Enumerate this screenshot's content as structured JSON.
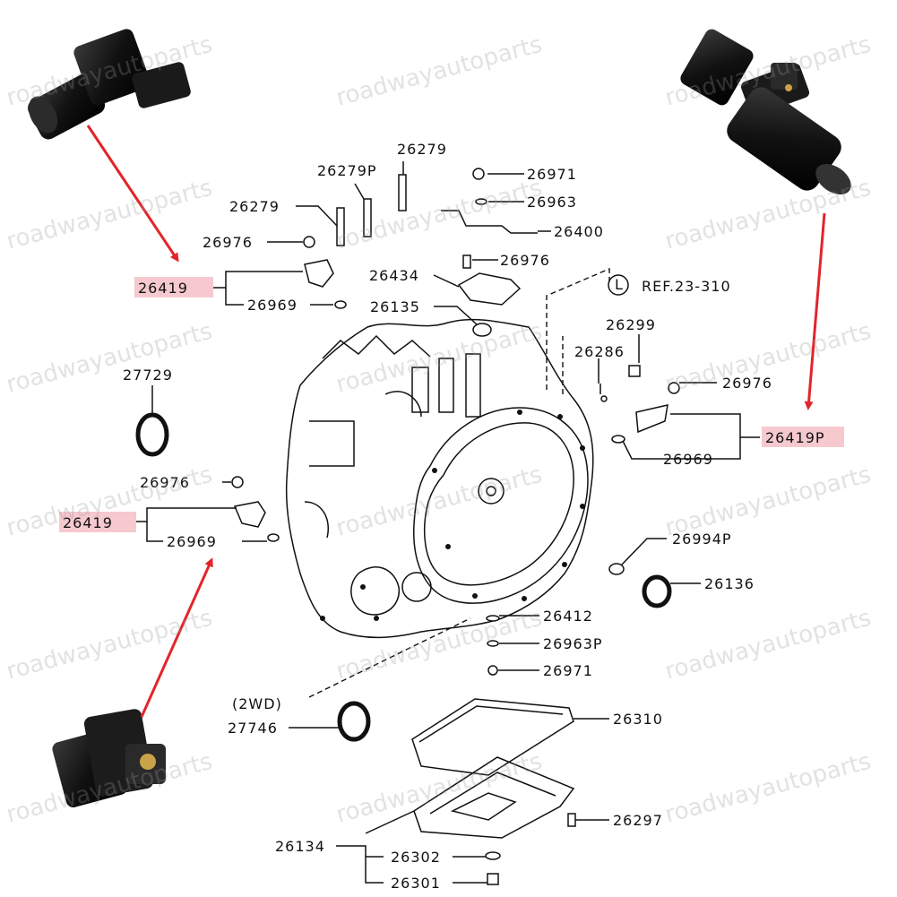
{
  "watermark": "roadwayautoparts",
  "colors": {
    "arrow": "#e3242b",
    "highlight": "#f6c9cf",
    "line": "#111111"
  },
  "labels": {
    "p26279a": "26279",
    "p26279p": "26279P",
    "p26279b": "26279",
    "p26971a": "26971",
    "p26963": "26963",
    "p26400": "26400",
    "p26976a": "26976",
    "p26976b": "26976",
    "p26419a": "26419",
    "p26434": "26434",
    "p26969a": "26969",
    "p26135": "26135",
    "ref": "REF.23-310",
    "ref_l": "L",
    "p27729": "27729",
    "p26299": "26299",
    "p26286": "26286",
    "p26976c": "26976",
    "p26419p": "26419P",
    "p26969b": "26969",
    "p26976d": "26976",
    "p26419b": "26419",
    "p26969c": "26969",
    "p26994p": "26994P",
    "p26136": "26136",
    "p26412": "26412",
    "p26963p": "26963P",
    "p26971b": "26971",
    "p2wd": "(2WD)",
    "p27746": "27746",
    "p26310": "26310",
    "p26297": "26297",
    "p26134": "26134",
    "p26302": "26302",
    "p26301": "26301"
  }
}
